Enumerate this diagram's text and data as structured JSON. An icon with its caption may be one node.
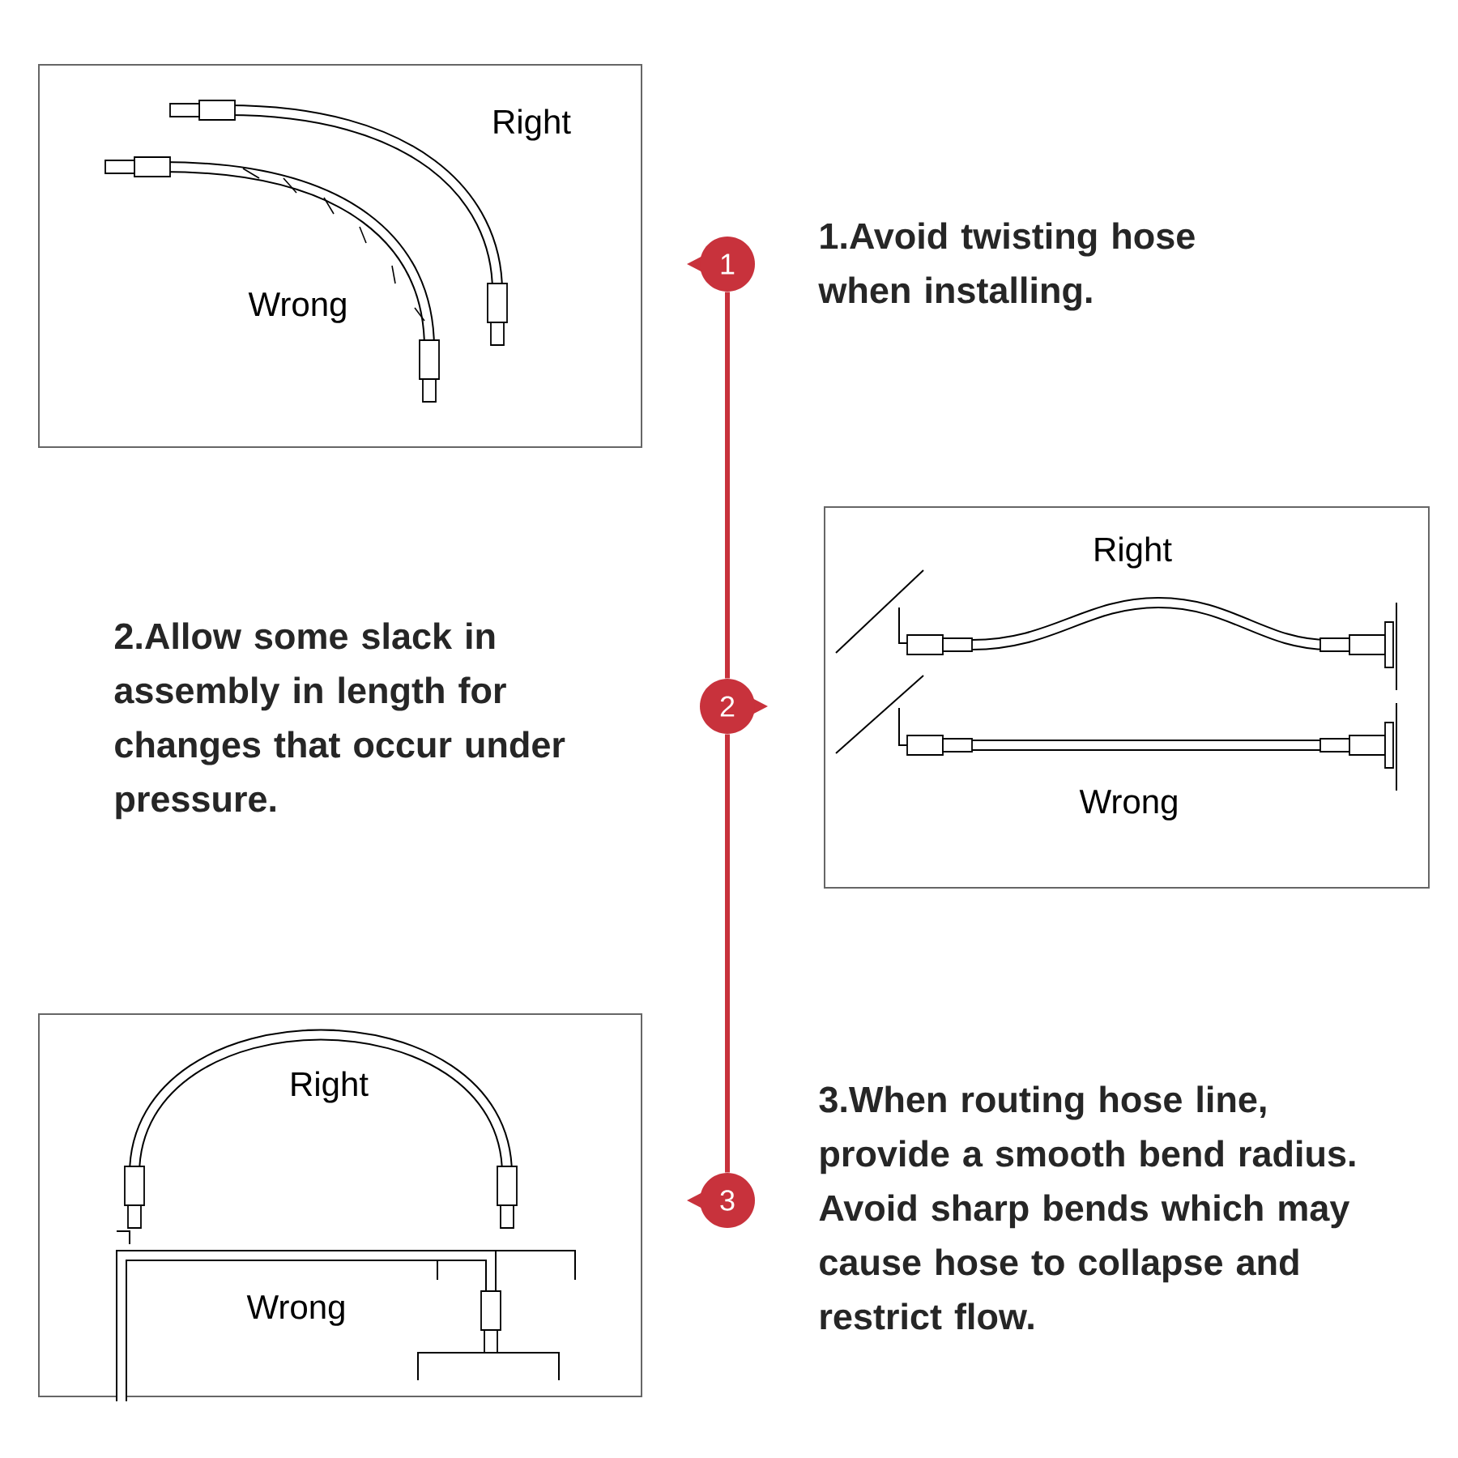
{
  "diagram": {
    "nodes": [
      {
        "text": [
          "Right",
          "Wrong"
        ]
      },
      {
        "text": [
          "1"
        ]
      },
      {
        "text": [
          "2"
        ]
      },
      {
        "text": [
          "Right",
          "Wrong"
        ]
      },
      {
        "text": [
          "Right",
          "Wrong"
        ]
      },
      {
        "text": [
          "3"
        ]
      }
    ],
    "edges": [
      {
        "from": 1,
        "to": 2,
        "arrow": "none"
      },
      {
        "from": 2,
        "to": 5,
        "arrow": "none"
      }
    ],
    "labels": [
      "1.Avoid twisting hose when installing.",
      "2.Allow some slack in assembly in length for changes that occur under pressure.",
      "3.When routing hose line, provide a smooth bend radius. Avoid sharp bends which may cause hose to collapse and restrict flow."
    ]
  }
}
